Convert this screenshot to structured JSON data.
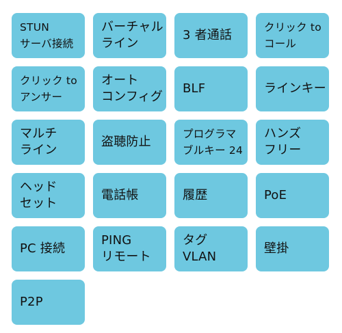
{
  "colors": {
    "tile_background": "#6ec8e0",
    "text": "#111111",
    "page_background": "#ffffff"
  },
  "features": [
    {
      "lines": [
        "STUN",
        "サーバ接続"
      ]
    },
    {
      "lines": [
        "バーチャル",
        "ライン"
      ]
    },
    {
      "lines": [
        "3 者通話"
      ]
    },
    {
      "lines": [
        "クリック to",
        "コール"
      ]
    },
    {
      "lines": [
        "クリック to",
        "アンサー"
      ]
    },
    {
      "lines": [
        "オート",
        "コンフィグ"
      ]
    },
    {
      "lines": [
        "BLF"
      ]
    },
    {
      "lines": [
        "ラインキー"
      ]
    },
    {
      "lines": [
        "マルチ",
        "ライン"
      ]
    },
    {
      "lines": [
        "盗聴防止"
      ]
    },
    {
      "lines": [
        "プログラマ",
        "ブルキー 24"
      ]
    },
    {
      "lines": [
        "ハンズ",
        "フリー"
      ]
    },
    {
      "lines": [
        "ヘッド",
        "セット"
      ]
    },
    {
      "lines": [
        "電話帳"
      ]
    },
    {
      "lines": [
        "履歴"
      ]
    },
    {
      "lines": [
        "PoE"
      ]
    },
    {
      "lines": [
        "PC 接続"
      ]
    },
    {
      "lines": [
        "PING",
        "リモート"
      ]
    },
    {
      "lines": [
        "タグ",
        "VLAN"
      ]
    },
    {
      "lines": [
        "壁掛"
      ]
    },
    {
      "lines": [
        "P2P"
      ]
    }
  ]
}
